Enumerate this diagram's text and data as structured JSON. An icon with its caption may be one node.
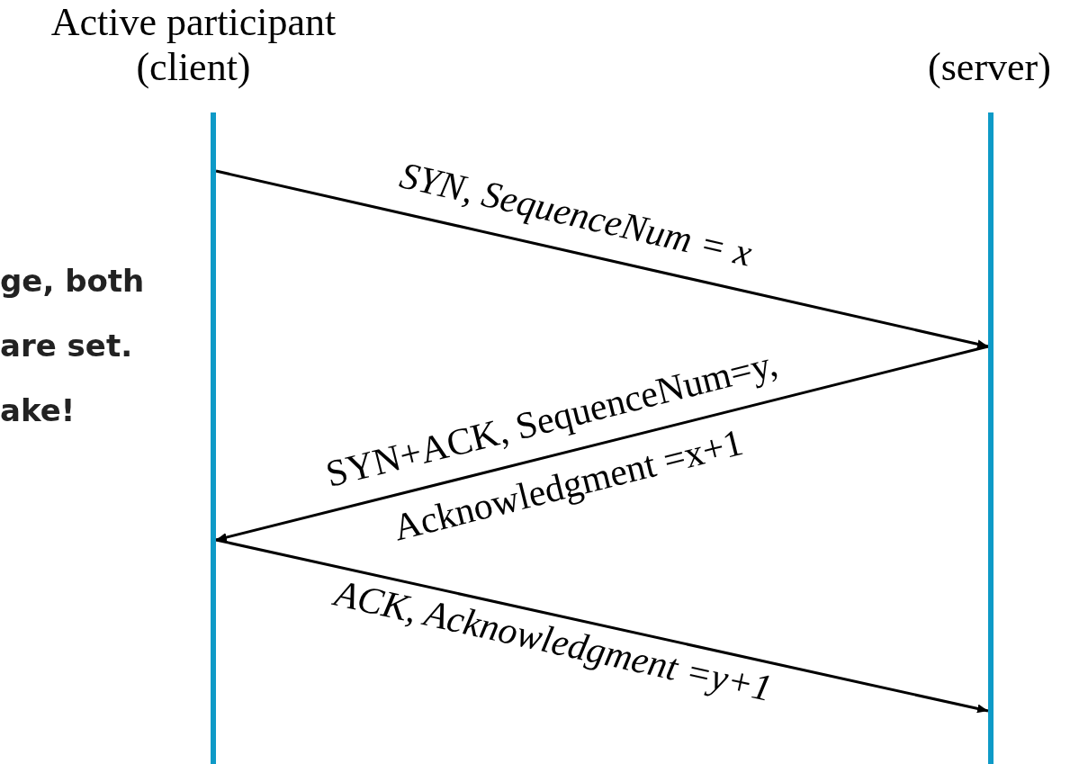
{
  "diagram": {
    "nodes": [
      {
        "text": [
          "Active participant (client)"
        ]
      },
      {
        "text": [
          "(server)"
        ]
      }
    ],
    "edges": [
      {
        "from": 0,
        "to": 1,
        "arrow": "to",
        "label": "SYN, SequenceNum = x"
      },
      {
        "from": 1,
        "to": 0,
        "arrow": "to",
        "label": "SYN+ACK, SequenceNum=y, Acknowledgment =x+1"
      },
      {
        "from": 0,
        "to": 1,
        "arrow": "to",
        "label": "ACK, Acknowledgment =y+1"
      }
    ],
    "labels": [
      "ge, both are set.",
      "ake!"
    ]
  }
}
